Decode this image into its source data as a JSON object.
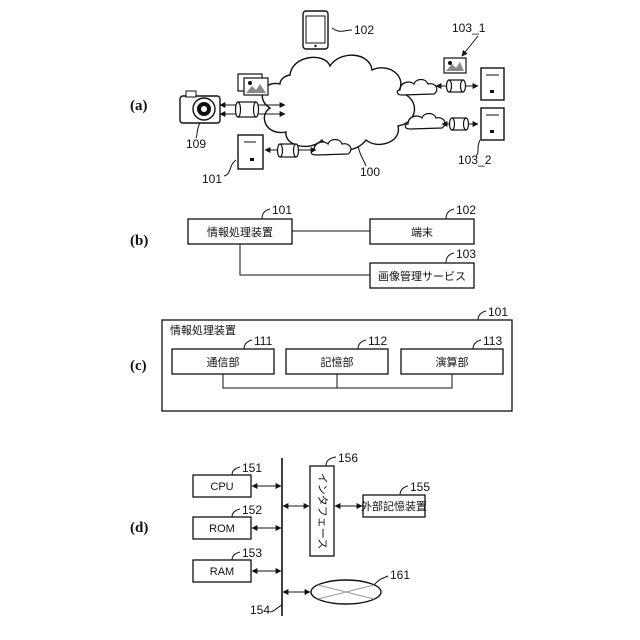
{
  "panels": {
    "a": "(a)",
    "b": "(b)",
    "c": "(c)",
    "d": "(d)"
  },
  "a": {
    "ref_phone": "102",
    "ref_terminal1": "103_1",
    "ref_terminal2": "103_2",
    "ref_camera": "109",
    "ref_server": "101",
    "ref_network": "100"
  },
  "b": {
    "ref_device": "101",
    "ref_terminal": "102",
    "ref_service": "103",
    "device_label": "情報処理装置",
    "terminal_label": "端末",
    "service_label": "画像管理サービス"
  },
  "c": {
    "ref_outer": "101",
    "outer_label": "情報処理装置",
    "ref_comm": "111",
    "ref_storage": "112",
    "ref_compute": "113",
    "comm_label": "通信部",
    "storage_label": "記憶部",
    "compute_label": "演算部"
  },
  "d": {
    "ref_cpu": "151",
    "ref_rom": "152",
    "ref_ram": "153",
    "ref_bus": "154",
    "ref_ext": "155",
    "ref_if": "156",
    "ref_media": "161",
    "cpu_label": "CPU",
    "rom_label": "ROM",
    "ram_label": "RAM",
    "if_label": "インタフェース",
    "ext_label": "外部記憶装置"
  }
}
